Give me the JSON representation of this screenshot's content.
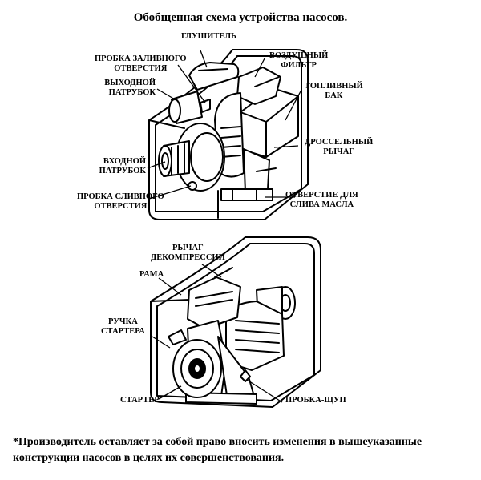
{
  "title": "Обобщенная схема устройства насосов.",
  "pump1": {
    "labels": {
      "muffler": "ГЛУШИТЕЛЬ",
      "fill_plug": "ПРОБКА ЗАЛИВНОГО\nОТВЕРСТИЯ",
      "outlet": "ВЫХОДНОЙ\nПАТРУБОК",
      "inlet": "ВХОДНОЙ\nПАТРУБОК",
      "drain_plug": "ПРОБКА СЛИВНОГО\nОТВЕРСТИЯ",
      "air_filter": "ВОЗДУШНЫЙ\nФИЛЬТР",
      "fuel_tank": "ТОПЛИВНЫЙ\nБАК",
      "throttle": "ДРОССЕЛЬНЫЙ\nРЫЧАГ",
      "oil_drain": "ОТВЕРСТИЕ ДЛЯ\nСЛИВА МАСЛА"
    }
  },
  "pump2": {
    "labels": {
      "decompression": "РЫЧАГ\nДЕКОМПРЕССИИ",
      "frame": "РАМА",
      "starter_handle": "РУЧКА\nСТАРТЕРА",
      "starter": "СТАРТЕР",
      "dipstick": "ПРОБКА-ЩУП"
    }
  },
  "footnote": "*Производитель оставляет за собой право вносить изменения в вышеуказанные конструкции насосов в целях их совершенствования."
}
